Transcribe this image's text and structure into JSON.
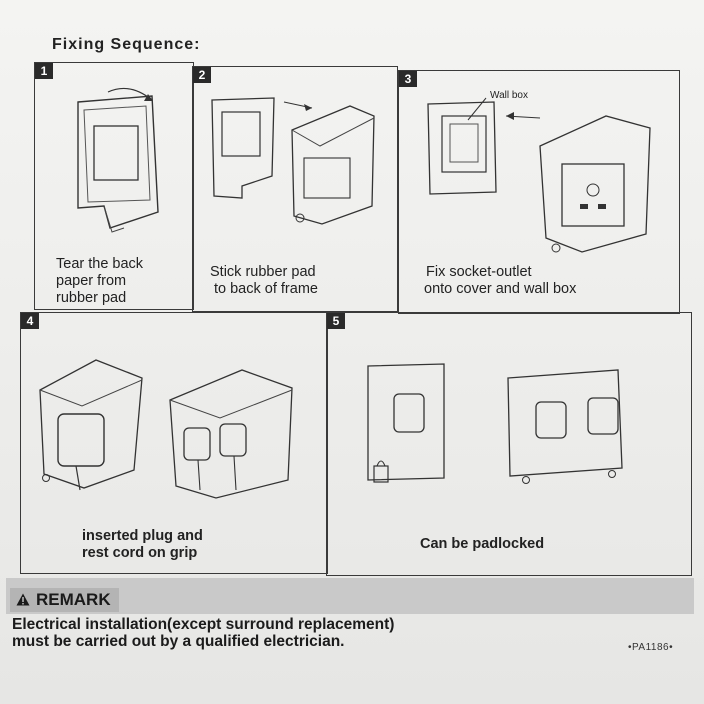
{
  "heading": "Fixing Sequence:",
  "steps": [
    {
      "number": "1",
      "caption": [
        "Tear the back",
        "paper from",
        "rubber pad"
      ]
    },
    {
      "number": "2",
      "caption": [
        "Stick rubber pad",
        "to back of frame"
      ]
    },
    {
      "number": "3",
      "caption": [
        "Fix socket-outlet",
        "onto cover  and wall box"
      ],
      "annotation": "Wall box"
    },
    {
      "number": "4",
      "caption": [
        "inserted plug and",
        "rest cord on grip"
      ]
    },
    {
      "number": "5",
      "caption": [
        "Can be padlocked"
      ]
    }
  ],
  "remark": {
    "label": "REMARK",
    "lines": [
      "Electrical installation(except surround replacement)",
      "must be carried out by a qualified electrician."
    ]
  },
  "model_code": "•PA1186•"
}
